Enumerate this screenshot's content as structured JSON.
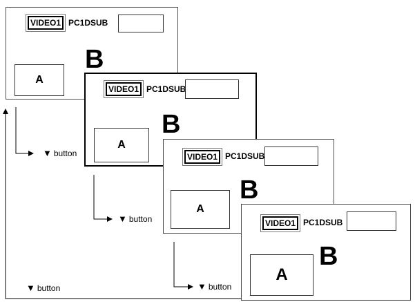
{
  "screens": [
    {
      "video": "VIDEO1",
      "pc": "PC1DSUB",
      "sub": "A",
      "main": "B"
    },
    {
      "video": "VIDEO1",
      "pc": "PC1DSUB",
      "sub": "A",
      "main": "B"
    },
    {
      "video": "VIDEO1",
      "pc": "PC1DSUB",
      "sub": "A",
      "main": "B"
    },
    {
      "video": "VIDEO1",
      "pc": "PC1DSUB",
      "sub": "A",
      "main": "B"
    }
  ],
  "buttons": {
    "glyph": "▼",
    "label": "button"
  }
}
